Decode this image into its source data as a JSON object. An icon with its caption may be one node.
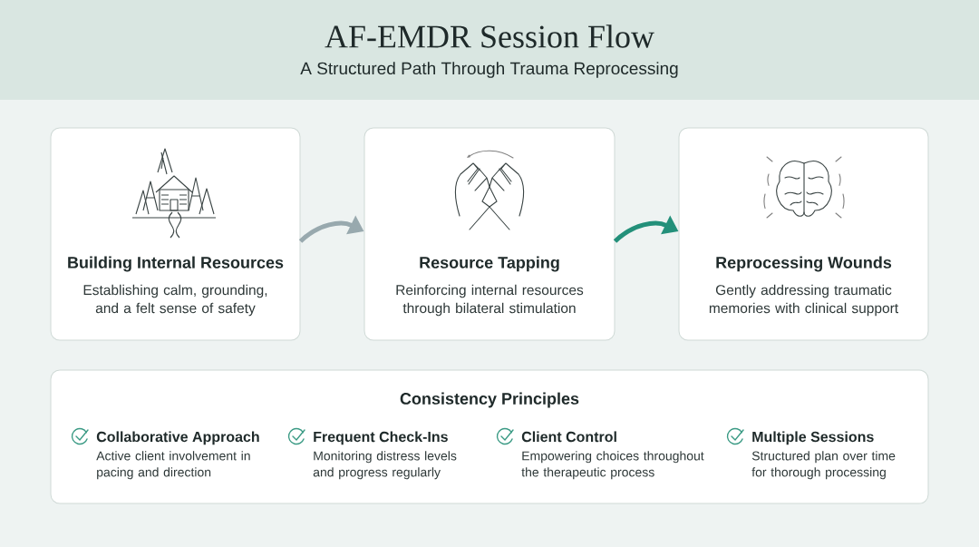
{
  "diagram": {
    "title": "AF-EMDR Session Flow",
    "nodes": [
      {
        "text": [
          "Building Internal Resources",
          "Establishing calm, grounding, and a felt sense of safety"
        ]
      },
      {
        "text": [
          "Resource Tapping",
          "Reinforcing internal resources through bilateral stimulation"
        ]
      },
      {
        "text": [
          "Reprocessing Wounds",
          "Gently addressing traumatic memories with clinical support"
        ]
      },
      {
        "text": [
          "Consistency Principles"
        ]
      }
    ],
    "edges": [
      {
        "from": 0,
        "to": 1,
        "arrow": "to",
        "color": "#98a9ae"
      },
      {
        "from": 1,
        "to": 2,
        "arrow": "to",
        "color": "#23907a"
      }
    ],
    "labels": [
      "A Structured Path Through Trauma Reprocessing",
      "Collaborative Approach",
      "Active client involvement in pacing and direction",
      "Frequent Check-Ins",
      "Monitoring distress levels and progress regularly",
      "Client Control",
      "Empowering choices throughout the therapeutic process",
      "Multiple Sessions",
      "Structured plan over time for thorough processing"
    ]
  }
}
